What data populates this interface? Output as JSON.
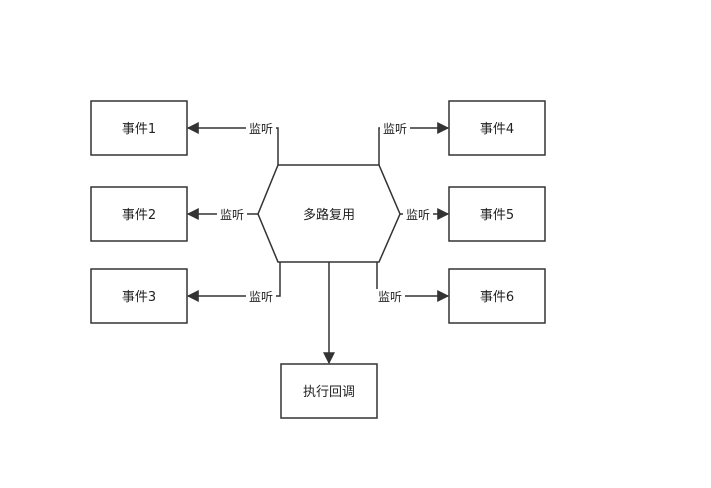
{
  "diagram": {
    "center": {
      "label": "多路复用"
    },
    "callback": {
      "label": "执行回调"
    },
    "events": [
      {
        "label": "事件1"
      },
      {
        "label": "事件2"
      },
      {
        "label": "事件3"
      },
      {
        "label": "事件4"
      },
      {
        "label": "事件5"
      },
      {
        "label": "事件6"
      }
    ],
    "edges": [
      {
        "label": "监听"
      },
      {
        "label": "监听"
      },
      {
        "label": "监听"
      },
      {
        "label": "监听"
      },
      {
        "label": "监听"
      },
      {
        "label": "监听"
      }
    ],
    "colors": {
      "stroke": "#333333",
      "fill": "#ffffff",
      "text": "#222222"
    }
  }
}
